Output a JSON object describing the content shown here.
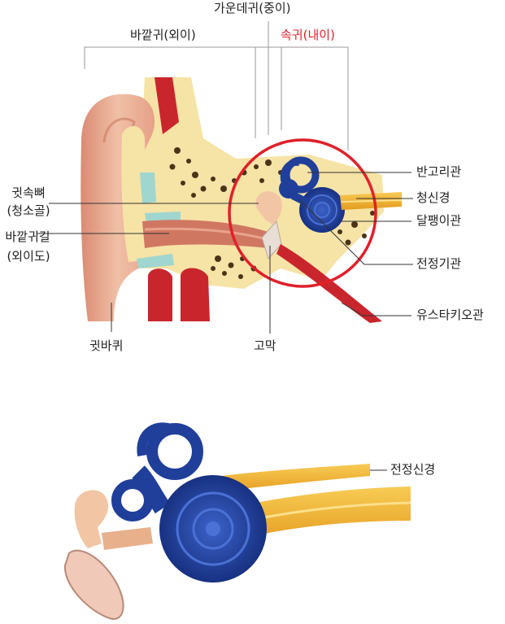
{
  "header": {
    "middle_ear": "가운데귀(중이)",
    "outer_ear": "바깥귀(외이)",
    "inner_ear": "속귀(내이)"
  },
  "labels": {
    "ossicles_1": "귓속뼈",
    "ossicles_2": "(청소골)",
    "canal_1": "바깥귀길",
    "canal_2": "(외이도)",
    "semicircular": "반고리관",
    "auditory_nerve": "청신경",
    "cochlea": "달팽이관",
    "vestibule": "전정기관",
    "eustachian": "유스타키오관",
    "auricle": "귓바퀴",
    "eardrum": "고막",
    "vestibular_nerve": "전정신경"
  },
  "colors": {
    "skin": "#e7a98e",
    "bone": "#f6e3a6",
    "muscle": "#c8262c",
    "inner_ear": "#1f3f9a",
    "nerve": "#f2b232",
    "highlight": "#e0202a"
  }
}
